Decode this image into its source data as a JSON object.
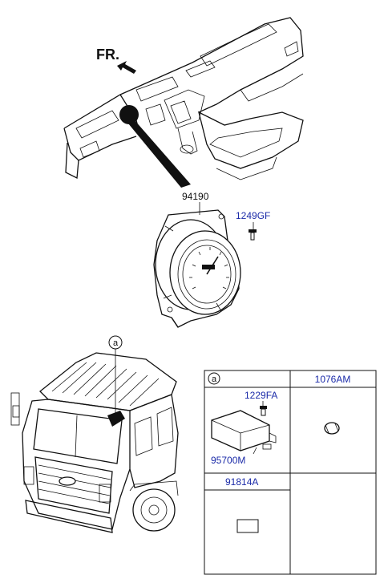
{
  "diagram": {
    "direction_label": "FR.",
    "callout_letter": "a",
    "parts": {
      "cluster": "94190",
      "screw_cluster": "1249GF",
      "screw_module": "1229FA",
      "module": "95700M",
      "clip": "1076AM",
      "bracket": "91814A"
    },
    "table": {
      "cell_a_letter": "a",
      "cell_b_header": "1076AM",
      "cell_c_header": "91814A"
    }
  }
}
